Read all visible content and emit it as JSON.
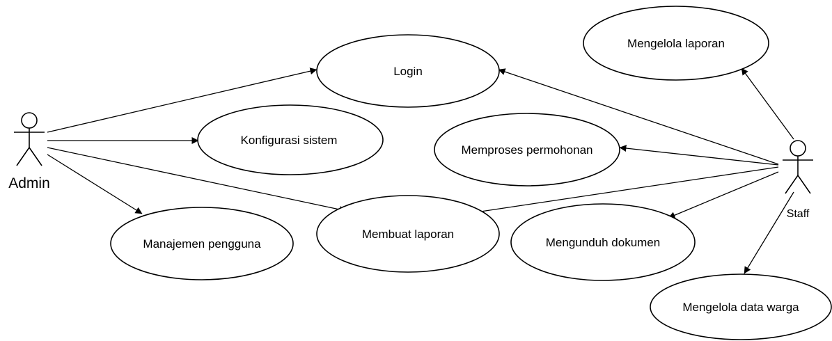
{
  "actors": {
    "admin": {
      "name": "Admin"
    },
    "staff": {
      "name": "Staff"
    }
  },
  "use_cases": {
    "login": "Login",
    "konfigurasi_sistem": "Konfigurasi sistem",
    "manajemen_pengguna": "Manajemen pengguna",
    "membuat_laporan": "Membuat laporan",
    "memproses_permohonan": "Memproses permohonan",
    "mengunduh_dokumen": "Mengunduh dokumen",
    "mengelola_laporan": "Mengelola laporan",
    "mengelola_data_warga": "Mengelola data warga"
  },
  "associations": [
    {
      "from": "admin",
      "to": "login"
    },
    {
      "from": "admin",
      "to": "konfigurasi_sistem"
    },
    {
      "from": "admin",
      "to": "manajemen_pengguna"
    },
    {
      "from": "admin",
      "to": "membuat_laporan"
    },
    {
      "from": "staff",
      "to": "login"
    },
    {
      "from": "staff",
      "to": "memproses_permohonan"
    },
    {
      "from": "staff",
      "to": "membuat_laporan"
    },
    {
      "from": "staff",
      "to": "mengunduh_dokumen"
    },
    {
      "from": "staff",
      "to": "mengelola_laporan"
    },
    {
      "from": "staff",
      "to": "mengelola_data_warga"
    }
  ],
  "colors": {
    "stroke": "#000000",
    "fill": "#ffffff",
    "background": "#ffffff"
  }
}
